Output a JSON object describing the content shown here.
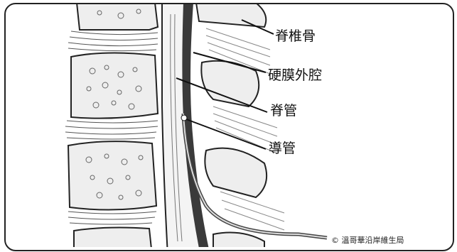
{
  "labels": {
    "vertebra": "脊椎骨",
    "epidural_space": "硬膜外腔",
    "spinal_canal": "脊管",
    "catheter": "導管"
  },
  "credit": "© 溫哥華沿岸維生局",
  "colors": {
    "outline": "#222222",
    "bone_fill": "#eeeeee",
    "canal_fill": "#3a3a3a",
    "background": "#ffffff"
  }
}
